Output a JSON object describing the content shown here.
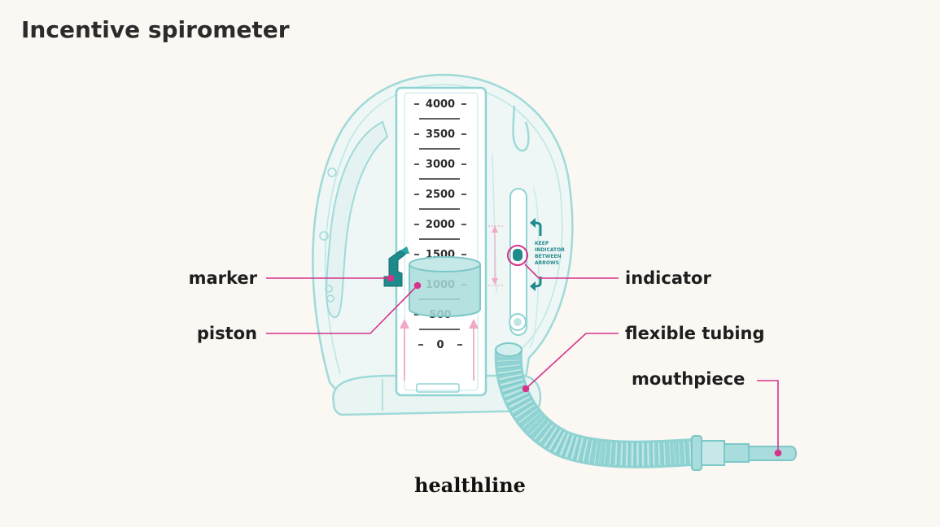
{
  "title": "Incentive spirometer",
  "scale_ticks": [
    "4000",
    "3500",
    "3000",
    "2500",
    "2000",
    "1500",
    "1000",
    "500",
    "0"
  ],
  "indicator_note": [
    "KEEP",
    "INDICATOR",
    "BETWEEN",
    "ARROWS"
  ],
  "labels": {
    "marker": "marker",
    "piston": "piston",
    "indicator": "indicator",
    "flexible_tubing": "flexible tubing",
    "mouthpiece": "mouthpiece"
  },
  "brand": "healthline",
  "colors": {
    "background": "#fbf7f2",
    "device_outline": "#8fd6d6",
    "device_fill": "#eaf6f4",
    "piston": "#a9dcdc",
    "teal_dark": "#1f8a8c",
    "label_line": "#d6338a",
    "guide_arrows": "#f0a9c7",
    "text": "#1e1e1e"
  }
}
